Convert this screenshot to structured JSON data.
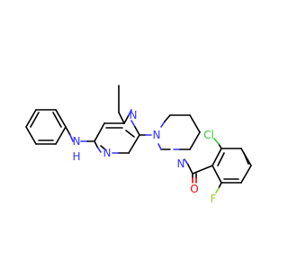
{
  "molecule": {
    "colors": {
      "bond": "#000000",
      "nitrogen": "#3333ff",
      "oxygen": "#ff0000",
      "chlorine": "#33cc33",
      "fluorine": "#99cc33"
    },
    "labels": {
      "n_amine": "N",
      "h_amine": "H",
      "n_pyrimidine_1": "N",
      "n_pyrimidine_3": "N",
      "n_piperazine_1": "N",
      "n_piperazine_4": "N",
      "o_carbonyl": "O",
      "cl": "Cl",
      "f": "F"
    }
  }
}
